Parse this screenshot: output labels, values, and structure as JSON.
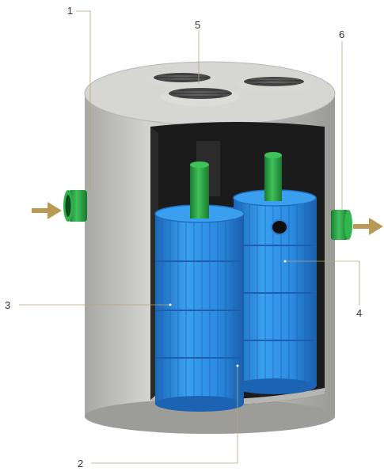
{
  "labels": {
    "l1": "1",
    "l2": "2",
    "l3": "3",
    "l4": "4",
    "l5": "5",
    "l6": "6"
  },
  "colors": {
    "concrete": "#c9c9c5",
    "concrete_dark": "#a9a9a5",
    "interior": "#1b1b1b",
    "chamber_blue": "#2f8fe0",
    "chamber_blue_dark": "#1f6fbf",
    "pipe_green": "#2aa845",
    "pipe_green_dark": "#1c7d33",
    "arrow_gold": "#b89a55",
    "leader_line": "#b0a070",
    "lid_grey": "#5a5a5a"
  },
  "icons": {
    "inflow": "arrow-right-icon",
    "outflow": "arrow-right-icon"
  }
}
